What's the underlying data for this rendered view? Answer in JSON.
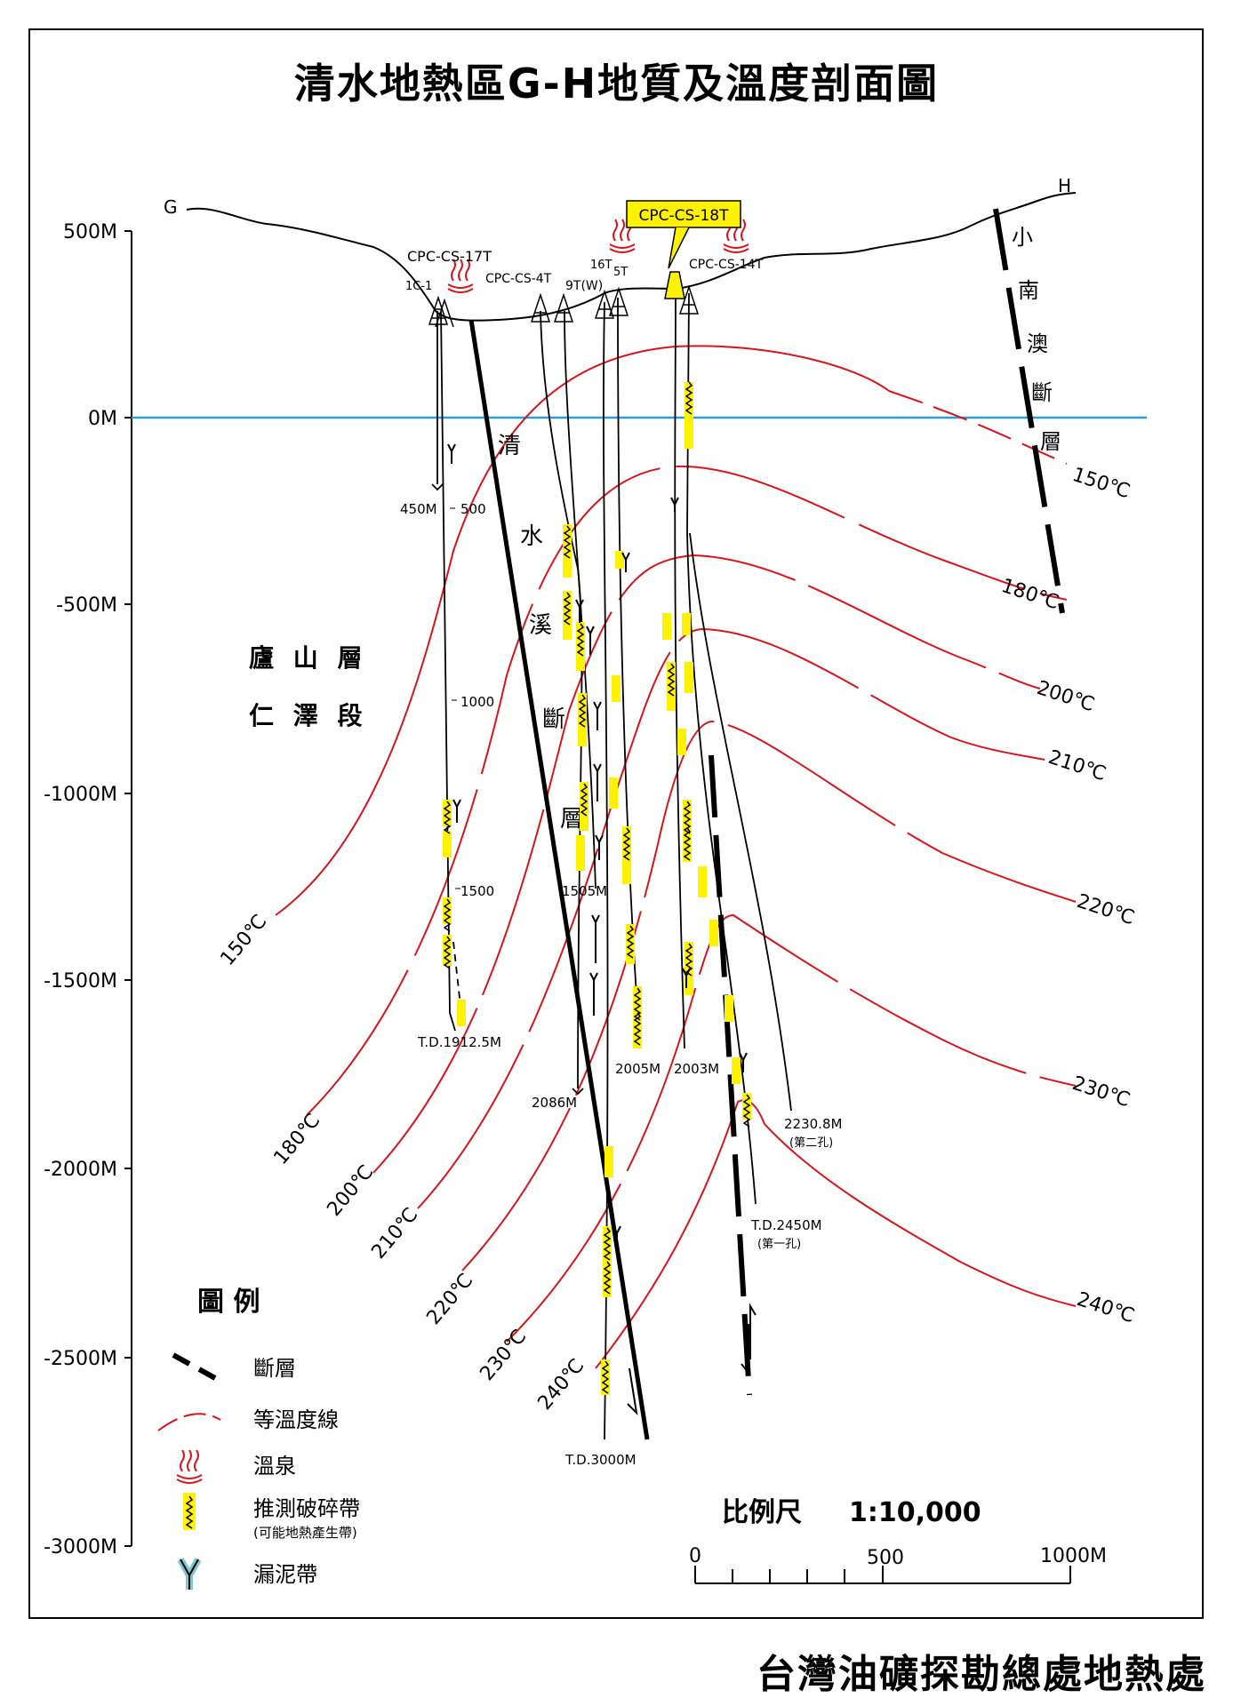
{
  "title": "清水地熱區G-H地質及溫度剖面圖",
  "footer": "台灣油礦探勘總處地熱處",
  "section_ends": {
    "left": "G",
    "right": "H"
  },
  "depth_axis": [
    "500M",
    "0M",
    "-500M",
    "-1000M",
    "-1500M",
    "-2000M",
    "-2500M",
    "-3000M"
  ],
  "wells": {
    "cs17t": "CPC-CS-17T",
    "c1": "1C-1",
    "cs4t": "CPC-CS-4T",
    "w9t": "9T(W)",
    "t16": "16T",
    "t5": "5T",
    "cs18t": "CPC-CS-18T",
    "cs14t": "CPC-CS-14T"
  },
  "depth_marks": {
    "m450": "450M",
    "d500": "500",
    "d1000": "1000",
    "d1500": "1500",
    "m1505": "1505M",
    "td1912": "T.D.1912.5M",
    "m2005": "2005M",
    "m2003": "2003M",
    "m2086": "2086M",
    "m2230": "2230.8M",
    "second_hole": "(第二孔)",
    "td2450": "T.D.2450M",
    "first_hole": "(第一孔)",
    "td3000": "T.D.3000M"
  },
  "faults": {
    "qingshui": [
      "清",
      "水",
      "溪",
      "斷",
      "層"
    ],
    "xiaonanao": [
      "小",
      "南",
      "澳",
      "斷",
      "層"
    ]
  },
  "formation": {
    "line1": "廬 山 層",
    "line2": "仁 澤 段"
  },
  "isotherms_right": [
    "150℃",
    "180℃",
    "200℃",
    "210℃",
    "220℃",
    "230℃",
    "240℃"
  ],
  "isotherms_left": [
    "150℃",
    "180℃",
    "200℃",
    "210℃",
    "220℃",
    "230℃",
    "240℃"
  ],
  "legend": {
    "title": "圖  例",
    "fault": "斷層",
    "isotherm": "等溫度線",
    "hot_spring": "溫泉",
    "fracture_zone": "推測破碎帶",
    "fracture_note": "(可能地熱產生帶)",
    "mud_loss": "漏泥帶"
  },
  "scale": {
    "label": "比例尺",
    "ratio": "1:10,000",
    "ticks": [
      "0",
      "500",
      "1000M"
    ]
  },
  "colors": {
    "isotherm": "#d8141c",
    "sea_level": "#2a9fd8",
    "highlight": "#fff200",
    "mud": "#7ec8d0"
  }
}
